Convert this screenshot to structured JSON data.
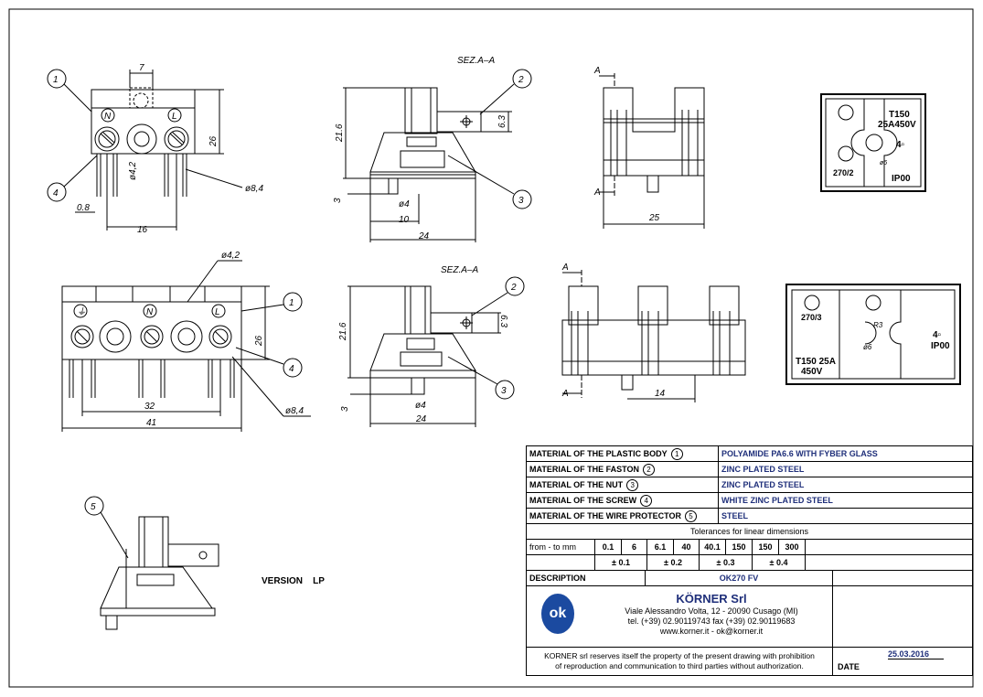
{
  "views": {
    "top_left": {
      "callouts": [
        "1",
        "4"
      ],
      "dims": [
        "7",
        "26",
        "ø4,2",
        "ø8,4",
        "0.8",
        "16"
      ],
      "symbols": [
        "N",
        "L"
      ]
    },
    "top_section": {
      "title": "SEZ.A–A",
      "callouts": [
        "2",
        "3"
      ],
      "dims": [
        "21.6",
        "6.3",
        "3",
        "ø4",
        "10",
        "24"
      ]
    },
    "top_side": {
      "marks": [
        "A",
        "A"
      ],
      "dims": [
        "25"
      ]
    },
    "top_label": {
      "lines": [
        "T150",
        "25A450V",
        "4▫",
        "270/2",
        "IP00"
      ],
      "small": "ø6"
    },
    "bottom_left": {
      "callouts": [
        "1",
        "4"
      ],
      "dims": [
        "ø4,2",
        "26",
        "ø8,4",
        "32",
        "41"
      ],
      "symbols": [
        "⏚",
        "N",
        "L"
      ]
    },
    "bottom_section": {
      "title": "SEZ.A–A",
      "callouts": [
        "2",
        "3"
      ],
      "dims": [
        "21.6",
        "6.3",
        "3",
        "ø4",
        "24"
      ]
    },
    "bottom_side": {
      "marks": [
        "A",
        "A"
      ],
      "dims": [
        "14"
      ]
    },
    "bottom_label": {
      "lines": [
        "270/3",
        "T150 25A",
        "450V",
        "4▫",
        "IP00"
      ],
      "small": [
        "R3",
        "ø6"
      ]
    },
    "version": {
      "callout": "5",
      "text": "VERSION    LP"
    }
  },
  "title_block": {
    "materials": [
      {
        "label": "MATERIAL OF THE PLASTIC BODY",
        "num": "1",
        "value": "POLYAMIDE PA6.6  WITH FYBER GLASS"
      },
      {
        "label": "MATERIAL OF THE FASTON",
        "num": "2",
        "value": "ZINC PLATED STEEL"
      },
      {
        "label": "MATERIAL OF THE NUT",
        "num": "3",
        "value": "ZINC PLATED STEEL"
      },
      {
        "label": "MATERIAL OF THE SCREW",
        "num": "4",
        "value": "WHITE ZINC PLATED STEEL"
      },
      {
        "label": "MATERIAL OF THE WIRE PROTECTOR",
        "num": "5",
        "value": "STEEL"
      }
    ],
    "tolerances_title": "Tolerances for linear dimensions",
    "range_label": "from - to   mm",
    "ranges": [
      "0.1",
      "6",
      "6.1",
      "40",
      "40.1",
      "150",
      "150",
      "300"
    ],
    "tolerance_values": [
      "± 0.1",
      "± 0.2",
      "± 0.3",
      "± 0.4"
    ],
    "description_label": "DESCRIPTION",
    "description_value": "OK270 FV",
    "company": {
      "name": "KÖRNER Srl",
      "address": "Viale Alessandro Volta, 12 - 20090 Cusago (MI)",
      "phone": "tel. (+39) 02.90119743  fax (+39) 02.90119683",
      "web": "www.korner.it  -  ok@korner.it",
      "logo_text": "ok"
    },
    "disclaimer_1": "KORNER srl reserves itself the property of the present drawing with prohibition",
    "disclaimer_2": "of reproduction and communication to third parties without authorization.",
    "date_label": "DATE",
    "date_value": "25.03.2016",
    "colors": {
      "blue": "#1f2f7a",
      "logo": "#1b4aa0"
    }
  }
}
